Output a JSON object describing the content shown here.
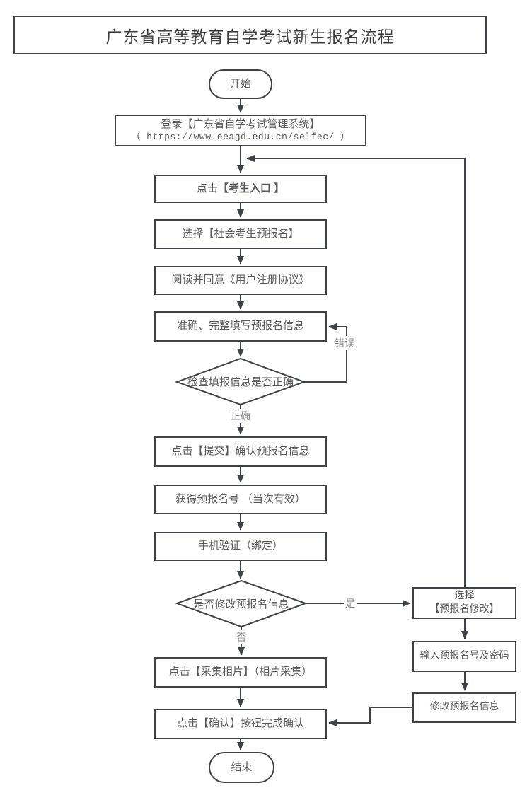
{
  "title": "广东省高等教育自学考试新生报名流程",
  "nodes": {
    "start": "开始",
    "login_line1": "登录【广东省自学考试管理系统】",
    "login_line2": "（ https://www.eeagd.edu.cn/selfec/ ）",
    "entry_prefix": "点击",
    "entry_bold": "【考生入口 】",
    "select_preregister": "选择【社会考生预报名】",
    "agree_terms": "阅读并同意《用户注册协议》",
    "fill_info": "准确、完整填写预报名信息",
    "check_info": "检查填报信息是否正确",
    "submit": "点击【提交】确认预报名信息",
    "get_number": "获得预报名号 （当次有效）",
    "phone_verify": "手机验证（绑定）",
    "modify_decision": "是否修改预报名信息",
    "select_modify_line1": "选择",
    "select_modify_line2": "【预报名修改】",
    "input_number": "输入预报名号及密码",
    "modify_info": "修改预报名信息",
    "collect_photo": "点击【采集相片】（相片采集）",
    "confirm": "点击【确认】按钮完成确认",
    "end": "结束"
  },
  "labels": {
    "error": "错误",
    "correct": "正确",
    "yes": "是",
    "no": "否"
  },
  "colors": {
    "line": "#3f4347",
    "node_text": "#595959",
    "edge_label": "#8a8a8a",
    "title_text": "#3d3d3d"
  }
}
